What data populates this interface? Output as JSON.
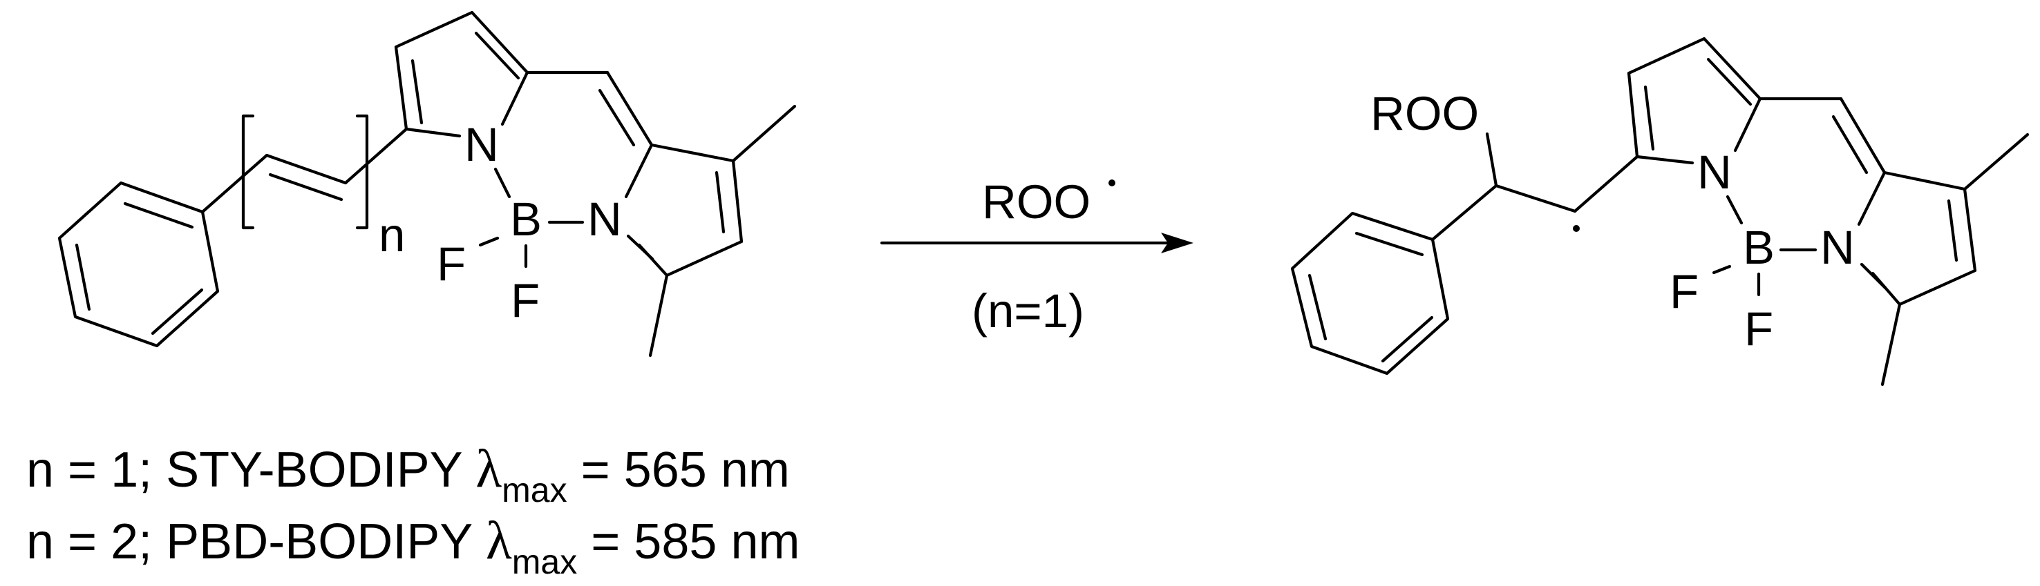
{
  "reactant": {
    "atoms": {
      "N_top": "N",
      "B": "B",
      "N_right": "N",
      "F_left": "F",
      "F_bottom": "F"
    },
    "repeat_subscript": "n"
  },
  "arrow": {
    "reagent": "ROO",
    "condition": "(n=1)"
  },
  "product": {
    "substituent": "ROO",
    "atoms": {
      "N_top": "N",
      "B": "B",
      "N_right": "N",
      "F_left": "F",
      "F_bottom": "F"
    }
  },
  "captions": [
    {
      "prefix": "n = 1; STY-BODIPY ",
      "symbol": "λ",
      "subscript": "max",
      "suffix": " = 565 nm"
    },
    {
      "prefix": "n = 2; PBD-BODIPY ",
      "symbol": "λ",
      "subscript": "max",
      "suffix": " = 585 nm"
    }
  ]
}
